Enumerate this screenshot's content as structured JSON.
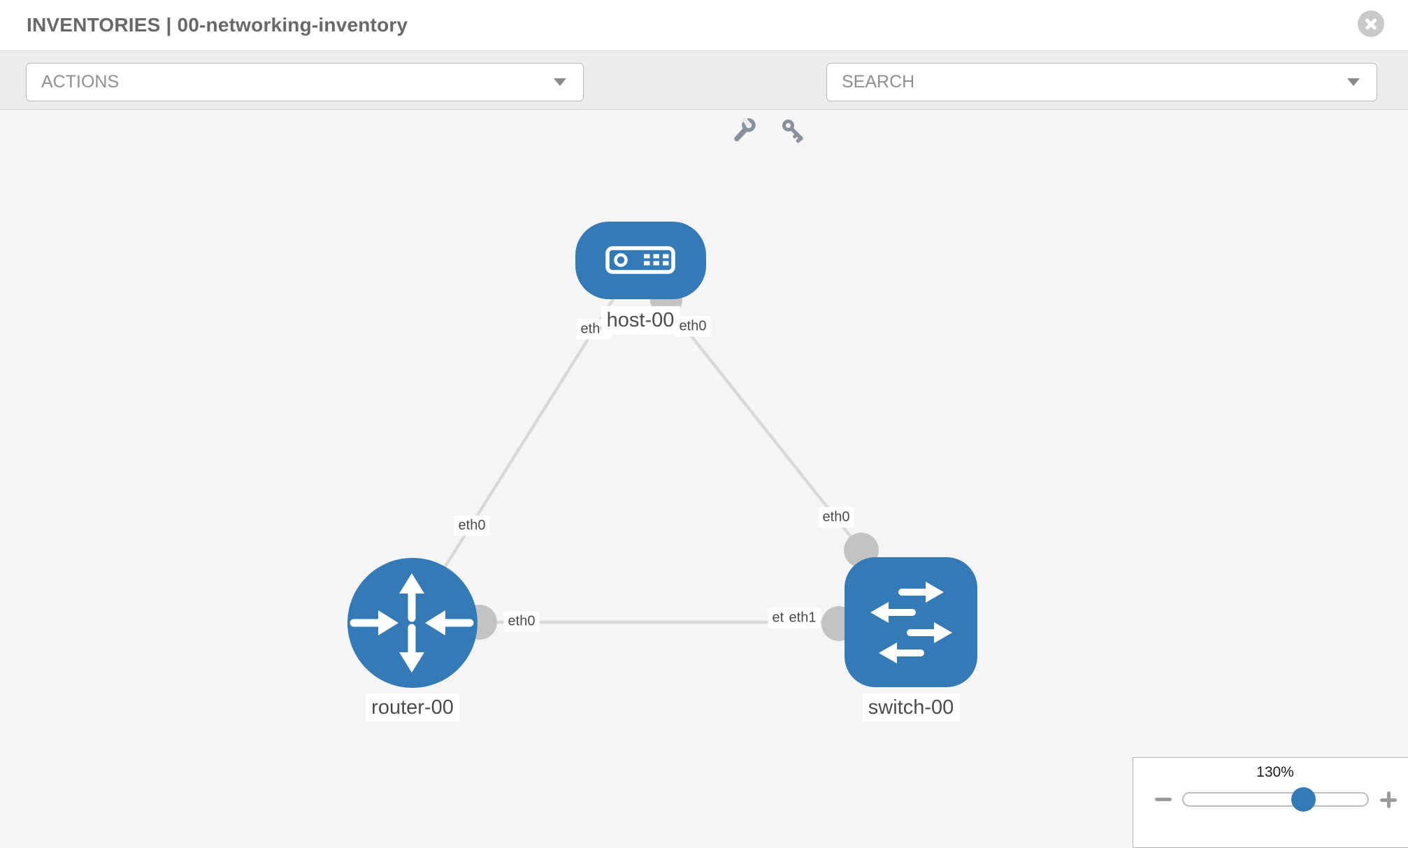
{
  "header": {
    "title": "INVENTORIES | 00-networking-inventory"
  },
  "toolbar": {
    "actions_dropdown": "ACTIONS",
    "search_dropdown": "SEARCH"
  },
  "icons": {
    "close": "circled-x",
    "wrench": "wrench",
    "key": "key",
    "dropdown_caret": "triangle-down",
    "zoom_out": "minus",
    "zoom_in": "plus"
  },
  "topology": {
    "nodes": {
      "host": {
        "label": "host-00",
        "type": "host"
      },
      "router": {
        "label": "router-00",
        "type": "router"
      },
      "switch": {
        "label": "switch-00",
        "type": "switch"
      }
    },
    "interfaces": {
      "host_to_router": "eth0",
      "host_to_switch": "eth0",
      "router_uplink": "eth0",
      "switch_uplink": "eth0",
      "router_lan": "eth0",
      "switch_lan_hidden": "eth0",
      "switch_lan": "eth1"
    }
  },
  "zoom_panel": {
    "level": "130%"
  },
  "colors": {
    "node_blue": "#337ab7",
    "edge": "#d9d9d9",
    "port_gray": "#c3c3c3",
    "canvas": "#f5f5f5"
  }
}
